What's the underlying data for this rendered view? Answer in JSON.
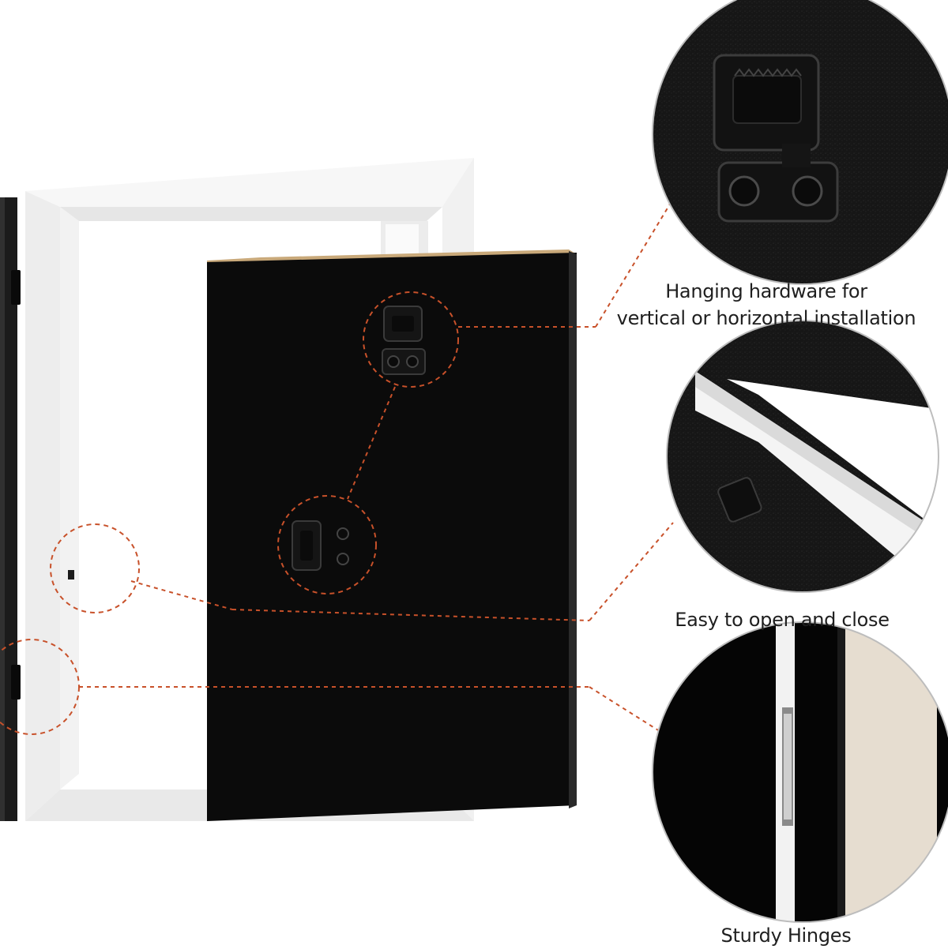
{
  "features": [
    {
      "id": "hanging-hardware",
      "caption_lines": [
        "Hanging hardware for",
        "vertical or horizontal installation"
      ]
    },
    {
      "id": "easy-open-close",
      "caption_lines": [
        "Easy to open and close"
      ]
    },
    {
      "id": "sturdy-hinges",
      "caption_lines": [
        "Sturdy Hinges"
      ]
    }
  ],
  "colors": {
    "callout": "#c8512a",
    "frame_white": "#f4f4f4",
    "backing_black": "#0b0b0b",
    "caption_text": "#1f1f1f"
  }
}
